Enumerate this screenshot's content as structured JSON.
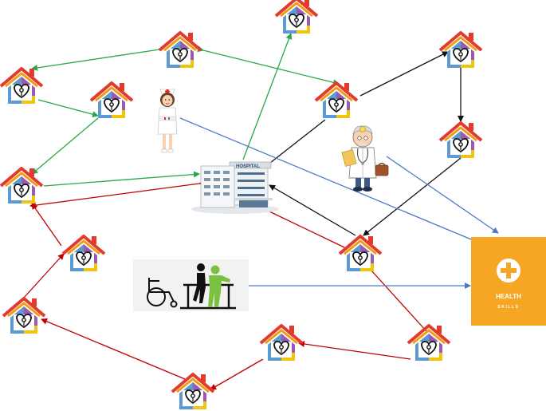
{
  "health_skills_logo": {
    "title": "HEALTH",
    "subtitle": "SKILLS",
    "background_color": "#F5A623"
  },
  "hospital_sign": "HOSPITAL",
  "arrow_colors": {
    "green": "#27A844",
    "black": "#111111",
    "red": "#C00000",
    "blue": "#4A7BC8"
  },
  "icons": {
    "home_care": "house-heart-stethoscope-icon",
    "hospital": "hospital-building-icon",
    "nurse": "nurse-icon",
    "doctor": "doctor-icon",
    "rehab": "rehabilitation-icon",
    "health_skills": "health-skills-logo"
  }
}
